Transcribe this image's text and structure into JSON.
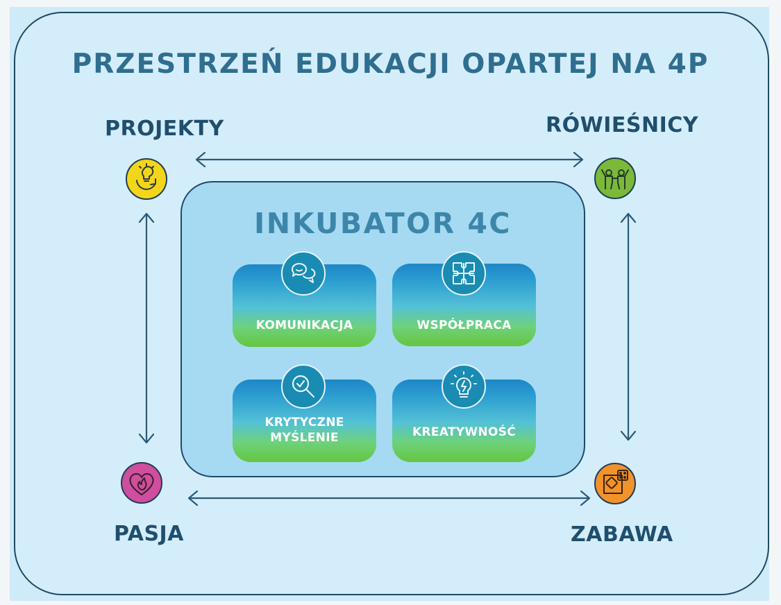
{
  "title": "PRZESTRZEŃ EDUKACJI OPARTEJ NA 4P",
  "pillars": [
    {
      "label": "PROJEKTY",
      "icon": "lightbulb-arrow-icon",
      "color": "#f3d619"
    },
    {
      "label": "RÓWIEŚNICY",
      "icon": "children-icon",
      "color": "#7cb93a"
    },
    {
      "label": "PASJA",
      "icon": "heart-flame-icon",
      "color": "#cf4e9d"
    },
    {
      "label": "ZABAWA",
      "icon": "game-dice-icon",
      "color": "#f2922b"
    }
  ],
  "incubator": {
    "title": "INKUBATOR 4C",
    "skills": [
      {
        "label": "KOMUNIKACJA",
        "icon": "chat-bubbles-icon"
      },
      {
        "label": "WSPÓŁPRACA",
        "icon": "puzzle-icon"
      },
      {
        "label_line1": "KRYTYCZNE",
        "label_line2": "MYŚLENIE",
        "icon": "magnifier-check-icon"
      },
      {
        "label": "KREATYWNOŚĆ",
        "icon": "bulb-spark-icon"
      }
    ]
  },
  "colors": {
    "outer_background": "#d4edfa",
    "inner_background": "#a5daf2",
    "title_color": "#2f6e8f",
    "label_color": "#1f4f6d",
    "arrow_color": "#2a5a78"
  }
}
